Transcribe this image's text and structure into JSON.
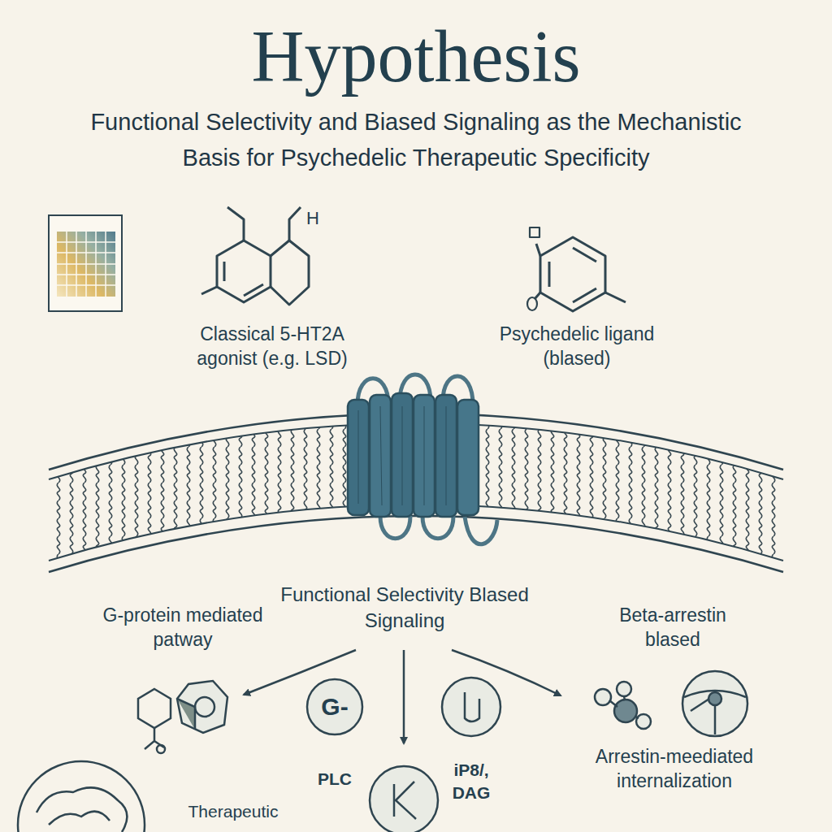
{
  "diagram": {
    "title": "Hypothesis",
    "nodes": [
      {
        "text": [
          "G-"
        ]
      }
    ],
    "labels": [
      "Functional Selectivity and Biased Signaling as the Mechanistic Basis for Psychedelic Therapeutic Specificity",
      "H",
      "Classical 5-HT2A agonist (e.g. LSD)",
      "Psychedelic ligand (blased)",
      "Functional Selectivity Blased Signaling",
      "G-protein mediated patway",
      "Beta-arrestin blased",
      "PLC",
      "iP8/, DAG",
      "Arrestin-meediated internalization",
      "Therapeutic"
    ]
  }
}
